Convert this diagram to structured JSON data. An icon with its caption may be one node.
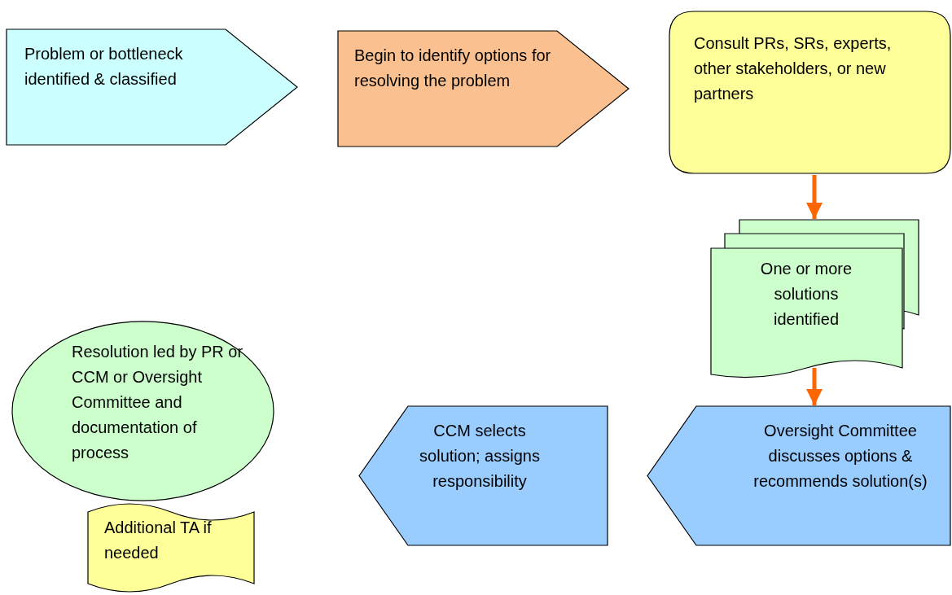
{
  "diagram": {
    "nodes": [
      {
        "text": [
          "Problem or bottleneck identified & classified"
        ]
      },
      {
        "text": [
          "Begin to identify options for resolving the problem"
        ]
      },
      {
        "text": [
          "Consult PRs, SRs, experts, other stakeholders, or new partners"
        ]
      },
      {
        "text": [
          "One or more solutions identified"
        ]
      },
      {
        "text": [
          "Oversight Committee discusses options & recommends solution(s)"
        ]
      },
      {
        "text": [
          "CCM selects solution; assigns responsibility"
        ]
      },
      {
        "text": [
          "Resolution led by PR or CCM or Oversight Committee and documentation of process"
        ]
      },
      {
        "text": [
          "Additional TA if needed"
        ]
      }
    ],
    "edges": [
      {
        "from": 2,
        "to": 3,
        "arrow": "to"
      },
      {
        "from": 3,
        "to": 4,
        "arrow": "to"
      }
    ]
  }
}
